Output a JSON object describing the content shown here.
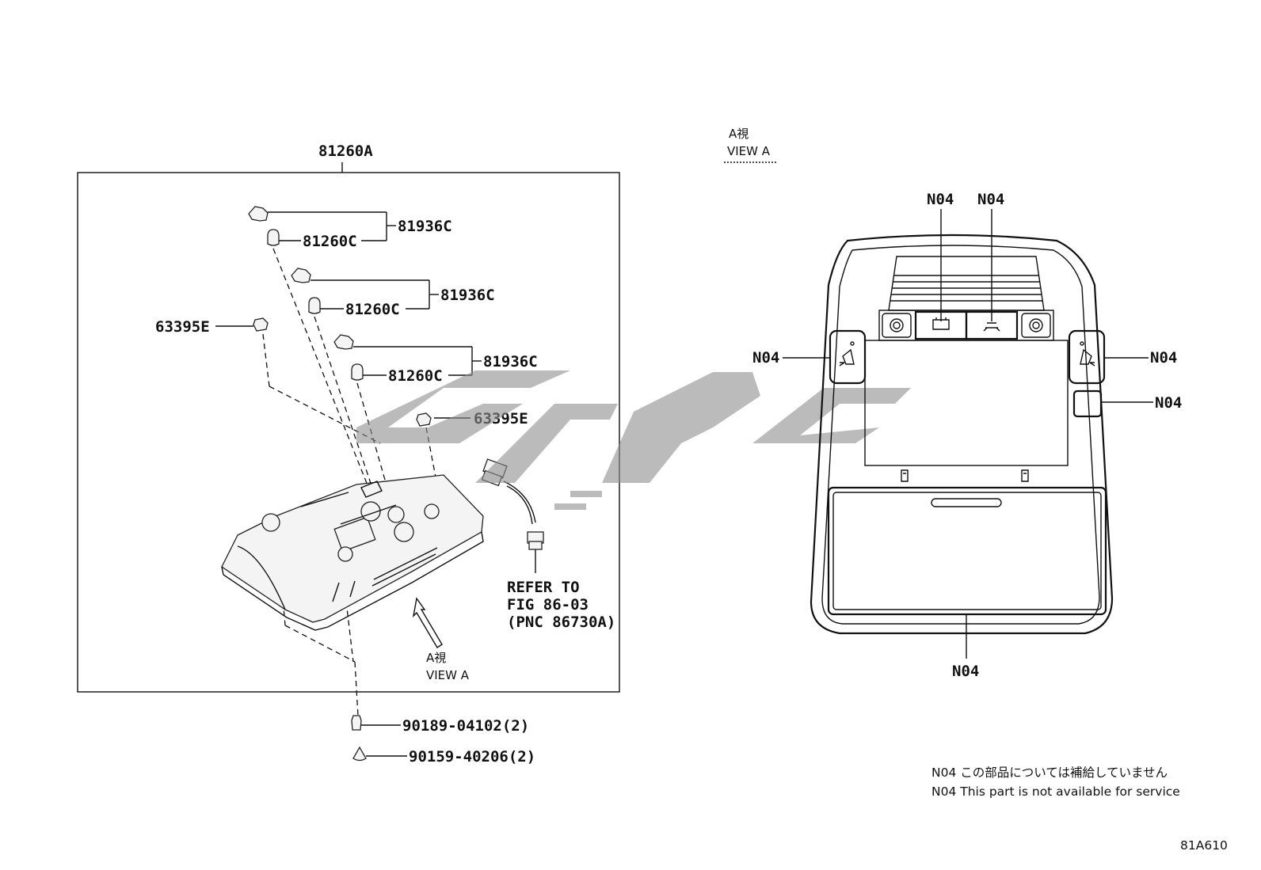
{
  "left_panel": {
    "assembly_label": "81260A",
    "labels": {
      "bracket_1": "81936C",
      "bulb_1": "81260C",
      "bracket_2": "81936C",
      "bulb_2": "81260C",
      "bracket_3": "81936C",
      "bulb_3": "81260C",
      "clip_left": "63395E",
      "clip_right": "63395E"
    },
    "refer_note": {
      "line1": "REFER TO",
      "line2": "FIG 86-03",
      "line3": "(PNC 86730A)"
    },
    "view_arrow_jp": "A視",
    "view_arrow_en": "VIEW A"
  },
  "fasteners": {
    "screw_1": "90189-04102(2)",
    "screw_2": "90159-40206(2)"
  },
  "right_panel": {
    "view_title_jp": "A視",
    "view_title_en": "VIEW A",
    "callouts": {
      "top_left": "N04",
      "top_right": "N04",
      "side_left": "N04",
      "side_right": "N04",
      "side_right_lower": "N04",
      "bottom": "N04"
    }
  },
  "notes": {
    "jp": "N04 この部品については補給していません",
    "en": "N04 This part is not available for service"
  },
  "figure_code": "81A610"
}
